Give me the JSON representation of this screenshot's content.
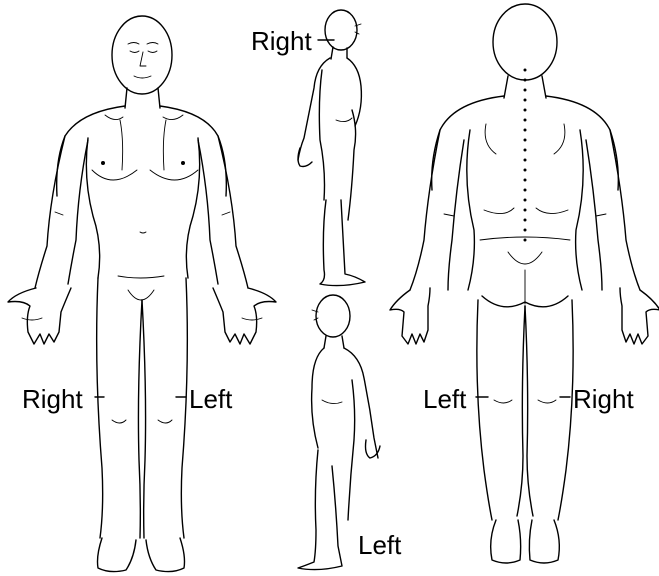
{
  "labels": {
    "side_top_right": "Right",
    "front_right": "Right",
    "front_left": "Left",
    "back_left": "Left",
    "back_right": "Right",
    "side_bottom_left": "Left"
  },
  "figures": [
    {
      "view": "front"
    },
    {
      "view": "side-right"
    },
    {
      "view": "side-left"
    },
    {
      "view": "back"
    }
  ]
}
